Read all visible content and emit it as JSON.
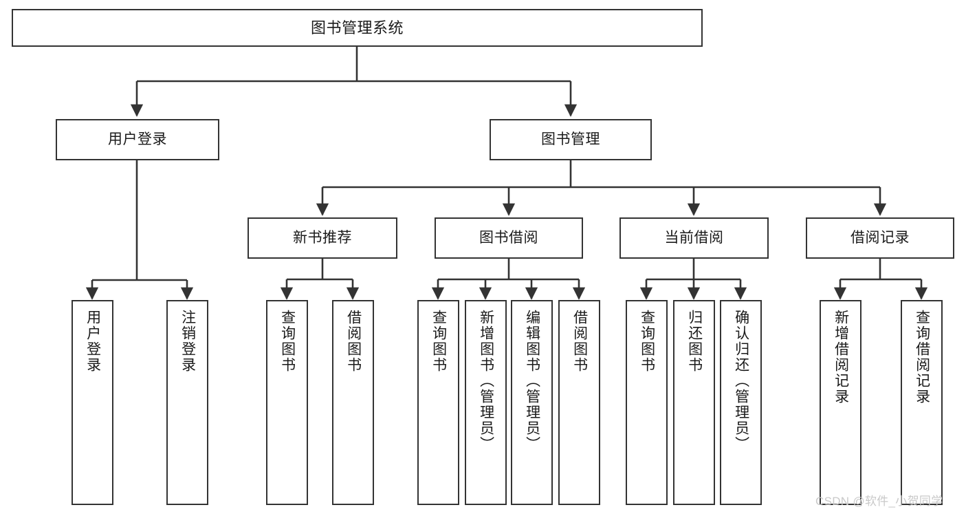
{
  "diagram": {
    "title": "图书管理系统",
    "type": "tree-hierarchy-chart",
    "root": {
      "id": "root",
      "label": "图书管理系统"
    },
    "level2": [
      {
        "id": "user-login",
        "label": "用户登录"
      },
      {
        "id": "book-manage",
        "label": "图书管理"
      }
    ],
    "level3": [
      {
        "id": "new-book-rec",
        "label": "新书推荐"
      },
      {
        "id": "book-borrow",
        "label": "图书借阅"
      },
      {
        "id": "current-borrow",
        "label": "当前借阅"
      },
      {
        "id": "borrow-record",
        "label": "借阅记录"
      }
    ],
    "leaves": {
      "user_login": [
        {
          "id": "leaf-user-login",
          "label": "用户登录"
        },
        {
          "id": "leaf-logout",
          "label": "注销登录"
        }
      ],
      "new_book_rec": [
        {
          "id": "leaf-query-book-1",
          "label": "查询图书"
        },
        {
          "id": "leaf-borrow-book-1",
          "label": "借阅图书"
        }
      ],
      "book_borrow": [
        {
          "id": "leaf-query-book-2",
          "label": "查询图书"
        },
        {
          "id": "leaf-add-book",
          "label": "新增图书（管理员）"
        },
        {
          "id": "leaf-edit-book",
          "label": "编辑图书（管理员）"
        },
        {
          "id": "leaf-borrow-book-2",
          "label": "借阅图书"
        }
      ],
      "current_borrow": [
        {
          "id": "leaf-query-book-3",
          "label": "查询图书"
        },
        {
          "id": "leaf-return-book",
          "label": "归还图书"
        },
        {
          "id": "leaf-confirm-return",
          "label": "确认归还（管理员）"
        }
      ],
      "borrow_record": [
        {
          "id": "leaf-add-record",
          "label": "新增借阅记录"
        },
        {
          "id": "leaf-query-record",
          "label": "查询借阅记录"
        }
      ]
    }
  },
  "watermark": {
    "text": "CSDN @软件_小贺同学"
  },
  "colors": {
    "box_border": "#333333",
    "box_fill": "#ffffff",
    "text": "#1a1a1a",
    "connector": "#333333",
    "watermark": "#c9c9c9",
    "background": "#ffffff"
  }
}
